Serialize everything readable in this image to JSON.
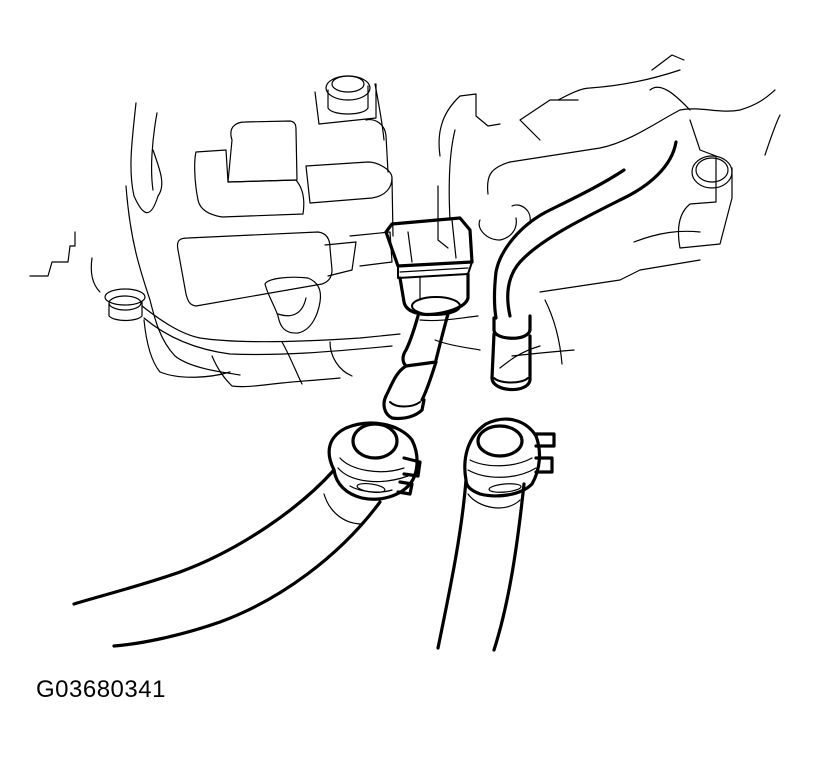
{
  "figure": {
    "id_label": "G03680341",
    "description": "Transmission/engine case with two cooler lines disconnected; hoses with spring clamps pulled off the fitting pipes",
    "colors": {
      "line": "#000000",
      "background": "#ffffff"
    }
  },
  "components": [
    {
      "name": "case-housing",
      "label": ""
    },
    {
      "name": "hex-fitting",
      "label": ""
    },
    {
      "name": "left-pipe-stub",
      "label": ""
    },
    {
      "name": "right-pipe-stub",
      "label": ""
    },
    {
      "name": "left-hose-with-clamp",
      "label": ""
    },
    {
      "name": "right-hose-with-clamp",
      "label": ""
    }
  ]
}
